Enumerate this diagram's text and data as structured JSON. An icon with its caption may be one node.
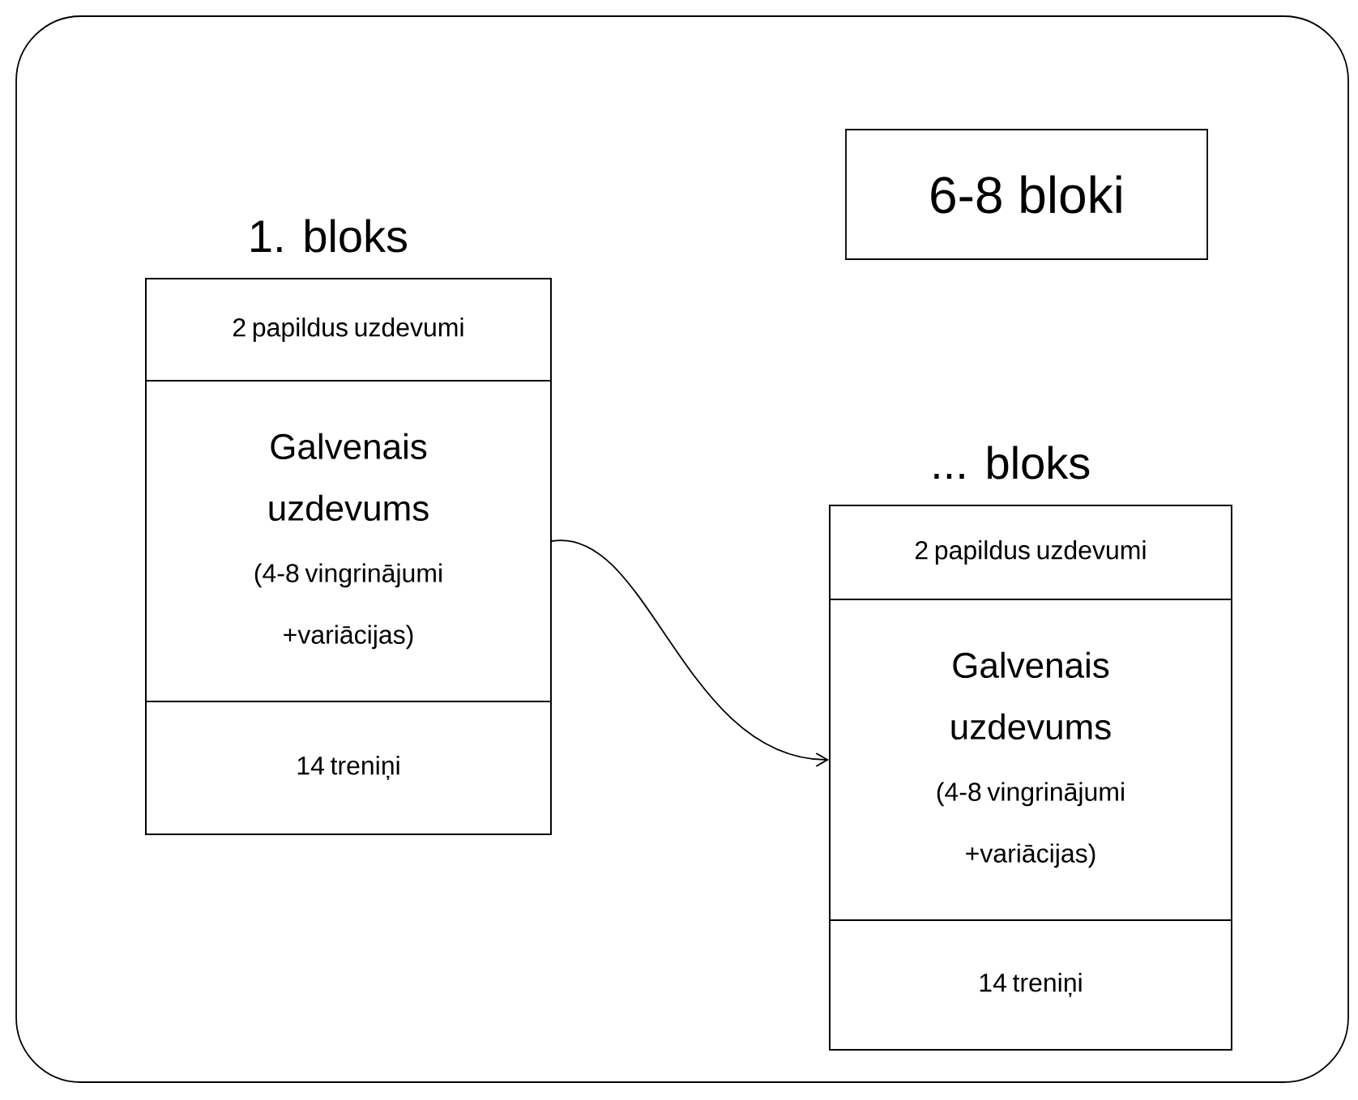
{
  "diagram": {
    "nodes": [
      {
        "text": [],
        "shape": "box"
      },
      {
        "text": [
          "6-8 bloki"
        ],
        "in": 0
      },
      {
        "text": [
          "1. bloks"
        ],
        "in": 0
      },
      {
        "text": [
          "2 papildus uzdevumi"
        ],
        "in": 2
      },
      {
        "text": [
          "Galvenais uzdevums",
          "(4-8 vingrinājumi +variācijas)"
        ],
        "in": 2
      },
      {
        "text": [
          "14 treniņi"
        ],
        "in": 2
      },
      {
        "text": [
          "... bloks"
        ],
        "in": 0
      },
      {
        "text": [
          "2 papildus uzdevumi"
        ],
        "in": 6
      },
      {
        "text": [
          "Galvenais uzdevums",
          "(4-8 vingrinājumi +variācijas)"
        ],
        "in": 6
      },
      {
        "text": [
          "14 treniņi"
        ],
        "in": 6
      }
    ],
    "edges": [
      {
        "from": 4,
        "to": 8,
        "arrow": "to"
      }
    ]
  }
}
